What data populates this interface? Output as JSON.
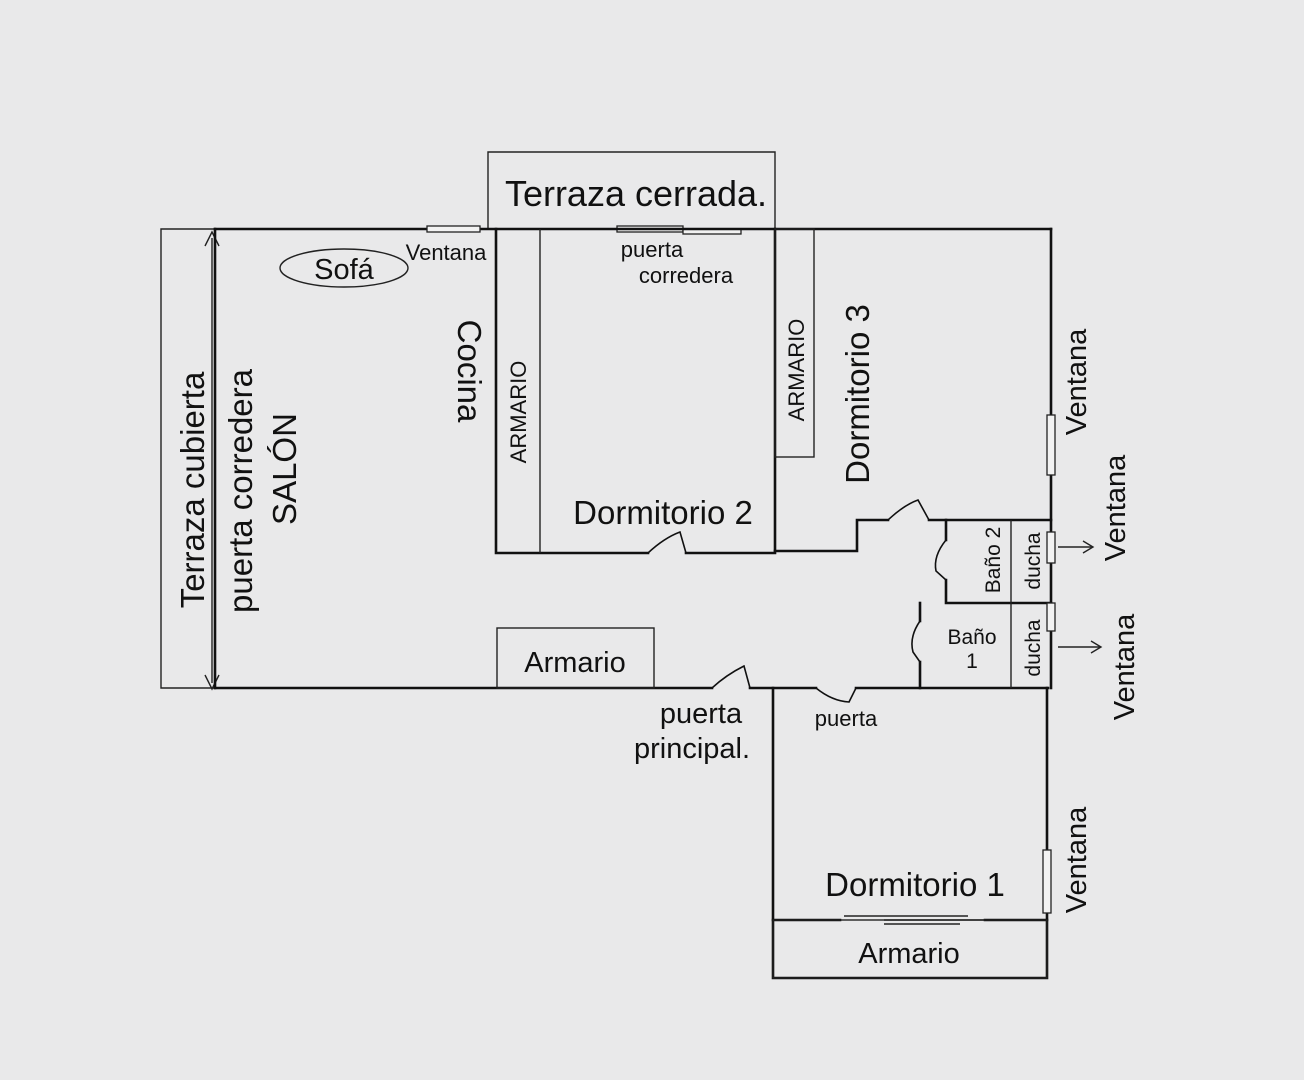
{
  "labels": {
    "terraza_cerrada": "Terraza cerrada.",
    "ventana_top": "Ventana",
    "sofa": "Sofá",
    "puerta_corredera_top_1": "puerta",
    "puerta_corredera_top_2": "corredera",
    "cocina": "Cocina",
    "armario_kitchen": "ARMARIO",
    "armario_d3": "ARMARIO",
    "dormitorio_3": "Dormitorio 3",
    "dormitorio_2": "Dormitorio 2",
    "terraza_cubierta": "Terraza cubierta",
    "puerta_corredera_left": "puerta corredera",
    "salon": "SALÓN",
    "armario_hall": "Armario",
    "puerta_principal_1": "puerta",
    "puerta_principal_2": "principal.",
    "puerta_d1": "puerta",
    "bano_2": "Baño 2",
    "ducha_2": "ducha",
    "bano_1_line1": "Baño",
    "bano_1_line2": "1",
    "ducha_1": "ducha",
    "ventana_d3": "Ventana",
    "ventana_bano2": "Ventana",
    "ventana_bano1": "Ventana",
    "ventana_d1": "Ventana",
    "dormitorio_1": "Dormitorio 1",
    "armario_d1": "Armario"
  },
  "colors": {
    "background": "#e9e9ea",
    "walls": "#111111"
  }
}
